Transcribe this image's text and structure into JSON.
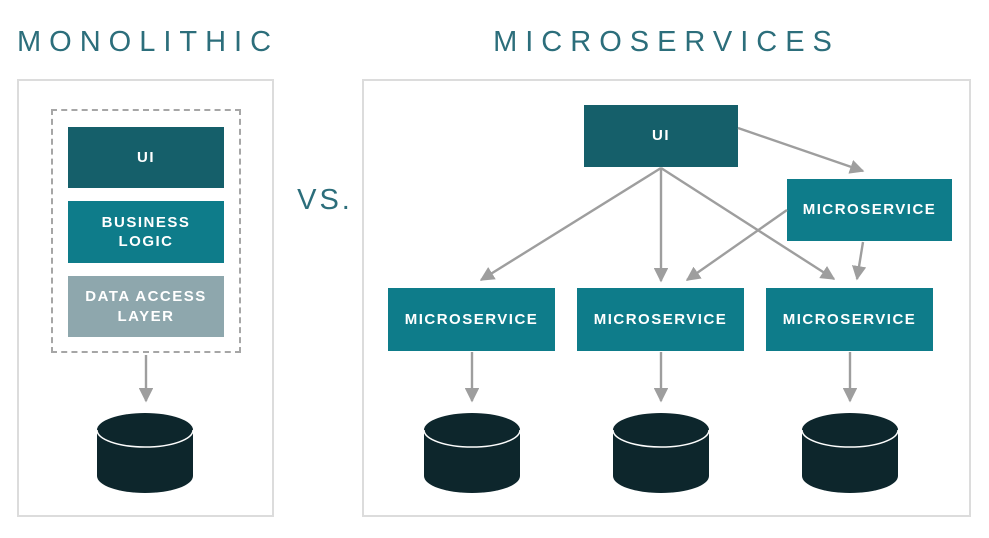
{
  "titles": {
    "left": "MONOLITHIC",
    "right": "MICROSERVICES",
    "vs": "VS."
  },
  "colors": {
    "dark_teal": "#155F6A",
    "teal": "#0E7C8A",
    "gray_teal": "#8EA7AD",
    "database": "#0D262C",
    "arrow": "#9E9E9E",
    "panel_border": "#DCDCDC",
    "dashed_border": "#A6A6A6",
    "title_text": "#2C6E7B",
    "label_text": "#FFFFFF"
  },
  "icons": {
    "database": "database-cylinder-icon",
    "arrow": "arrow-down-icon"
  },
  "monolith": {
    "layers": [
      {
        "label": "UI"
      },
      {
        "label": "BUSINESS LOGIC"
      },
      {
        "label": "DATA ACCESS LAYER"
      }
    ]
  },
  "microservices": {
    "ui_label": "UI",
    "gateway_label": "MICROSERVICE",
    "service_labels": [
      "MICROSERVICE",
      "MICROSERVICE",
      "MICROSERVICE"
    ]
  }
}
